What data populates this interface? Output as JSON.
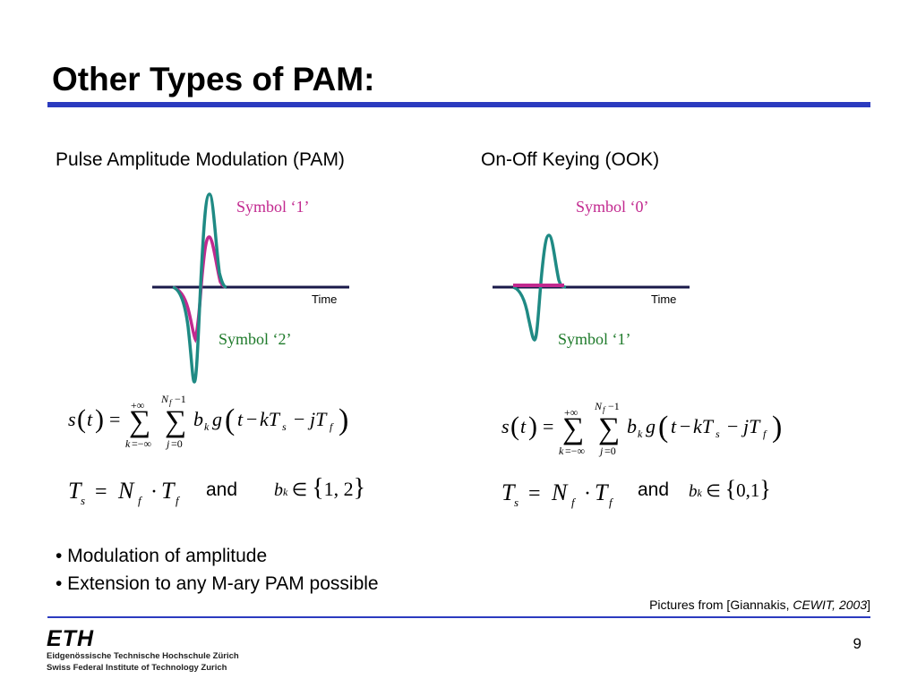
{
  "slide": {
    "title": "Other Types of PAM:",
    "page_number": "9"
  },
  "colors": {
    "title_rule": "#2b3bbf",
    "teal_wave": "#1f8a84",
    "magenta_wave": "#c2298f",
    "symbol_magenta": "#c2298f",
    "symbol_green": "#1e7a2a"
  },
  "left_panel": {
    "heading": "Pulse Amplitude Modulation (PAM)",
    "symbol_top": "Symbol ‘1’",
    "symbol_bottom": "Symbol ‘2’",
    "axis_label": "Time",
    "and_text": "and",
    "set_values": "1, 2"
  },
  "right_panel": {
    "heading": "On-Off Keying (OOK)",
    "symbol_top": "Symbol ‘0’",
    "symbol_bottom": "Symbol ‘1’",
    "axis_label": "Time",
    "and_text": "and",
    "set_values": "0,1"
  },
  "bullets": [
    "• Modulation of amplitude",
    "• Extension to any M-ary PAM possible"
  ],
  "credit": {
    "prefix": "Pictures from [Giannakis, ",
    "italic": "CEWIT, 2003",
    "suffix": "]"
  },
  "footer": {
    "logo_text": "ETH",
    "line1": "Eidgenössische Technische Hochschule Zürich",
    "line2": "Swiss Federal Institute of Technology Zurich"
  }
}
